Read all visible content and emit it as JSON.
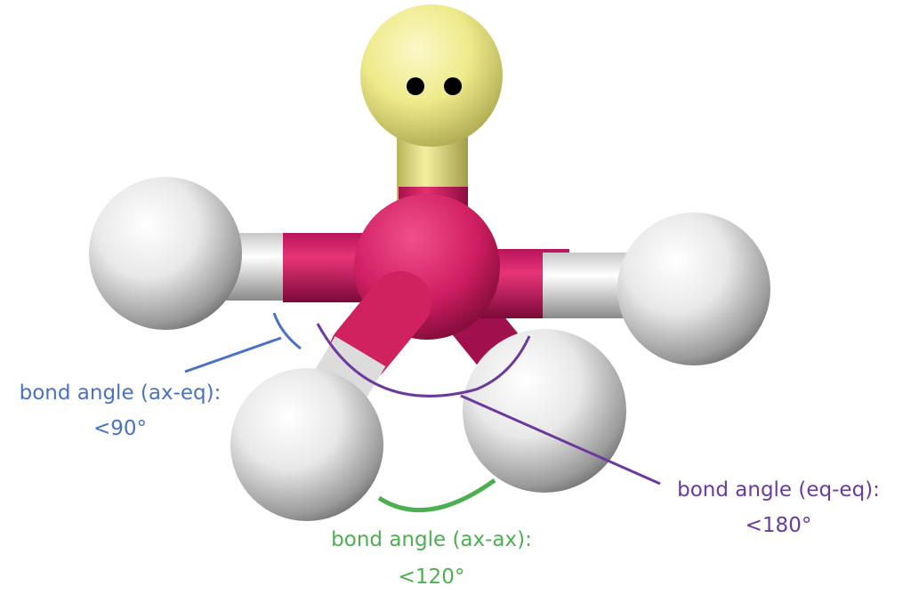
{
  "colors": {
    "central_atom": "#e0286e",
    "lone_pair_sphere": "#f0ec8c",
    "hydrogen_atom": "#e6e6e6",
    "ax_eq_color": "#4a72c4",
    "ax_ax_color": "#4caf50",
    "eq_eq_color": "#6b3a9c"
  },
  "labels": {
    "ax_eq": {
      "title": "bond angle (ax-eq):",
      "value": "<90°"
    },
    "ax_ax": {
      "title": "bond angle (ax-ax):",
      "value": "<120°"
    },
    "eq_eq": {
      "title": "bond angle (eq-eq):",
      "value": "<180°"
    }
  }
}
